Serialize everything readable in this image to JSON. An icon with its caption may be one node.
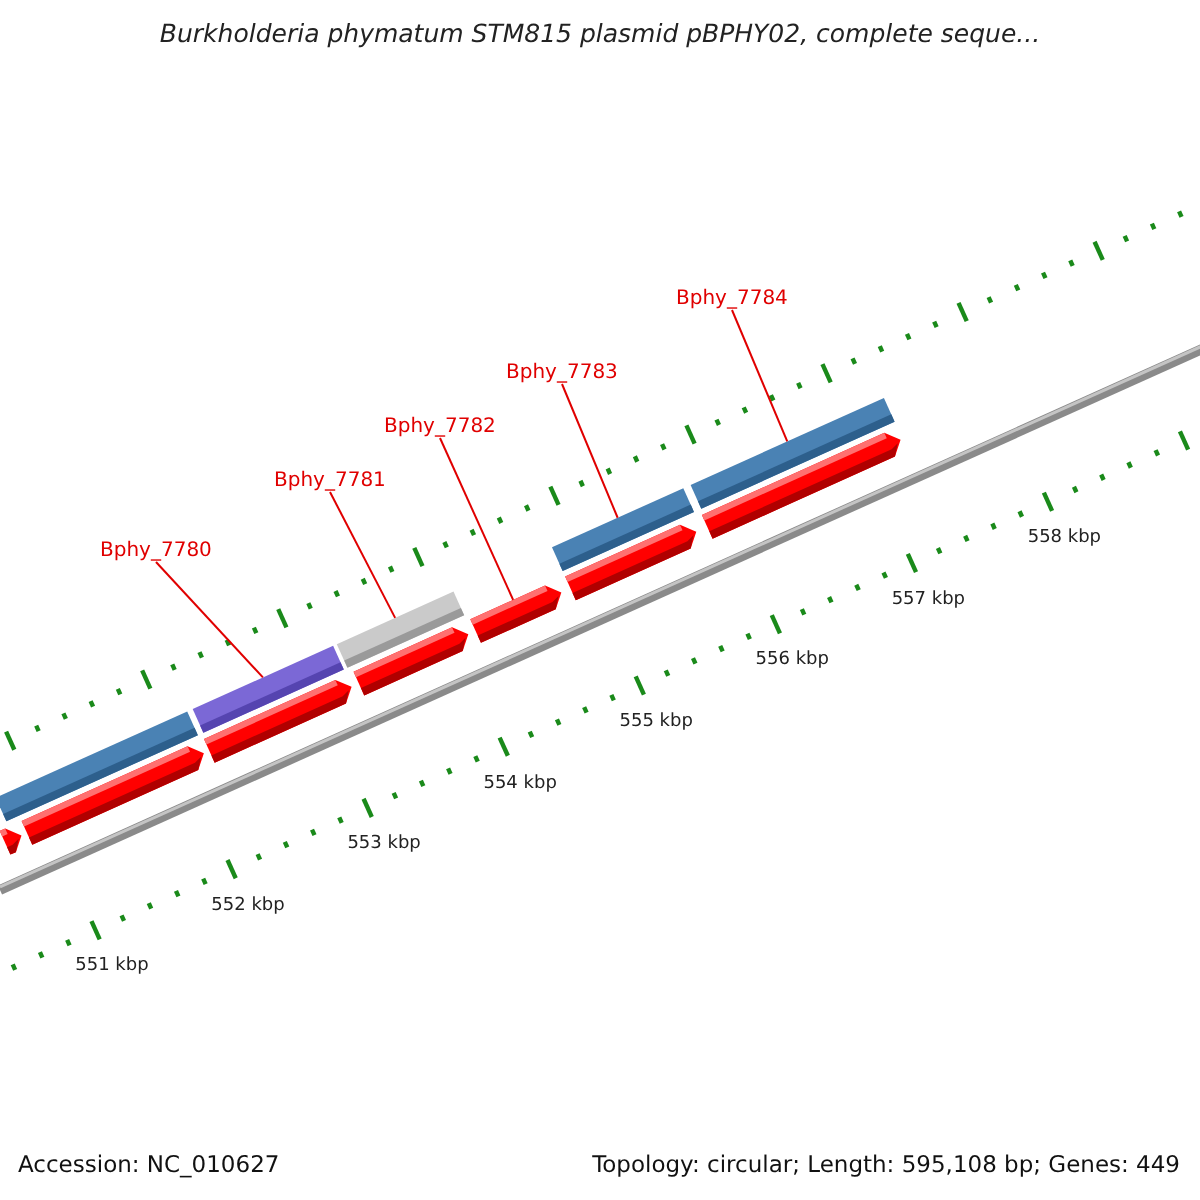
{
  "diagram": {
    "title": "Burkholderia phymatum STM815 plasmid pBPHY02, complete seque...",
    "nodes": [
      {
        "text": [
          "Bphy_7784"
        ]
      },
      {
        "text": [
          "Bphy_7783"
        ]
      },
      {
        "text": [
          "Bphy_7782"
        ]
      },
      {
        "text": [
          "Bphy_7781"
        ]
      },
      {
        "text": [
          "Bphy_7780"
        ]
      },
      {
        "text": [],
        "shape": "bar"
      },
      {
        "text": [],
        "shape": "bar"
      },
      {
        "text": [],
        "shape": "bar"
      },
      {
        "text": [],
        "shape": "bar"
      },
      {
        "text": [],
        "shape": "bar"
      },
      {
        "text": [],
        "shape": "bar"
      },
      {
        "text": [],
        "shape": "bar"
      },
      {
        "text": [],
        "shape": "bar"
      },
      {
        "text": [],
        "shape": "bar"
      },
      {
        "text": [],
        "shape": "bar"
      },
      {
        "text": [],
        "shape": "bar"
      },
      {
        "text": [],
        "shape": "bar"
      }
    ],
    "edges": [
      {
        "from": 4,
        "to": 5,
        "arrow": "none"
      },
      {
        "from": 3,
        "to": 6,
        "arrow": "none"
      },
      {
        "from": 2,
        "to": 7,
        "arrow": "none"
      },
      {
        "from": 1,
        "to": 8,
        "arrow": "none"
      },
      {
        "from": 0,
        "to": 9,
        "arrow": "none"
      }
    ],
    "labels": [
      "558 kbp",
      "557 kbp",
      "556 kbp",
      "555 kbp",
      "554 kbp",
      "553 kbp",
      "552 kbp",
      "551 kbp",
      "Accession: NC_010627",
      "Topology: circular; Length: 595,108 bp; Genes: 449"
    ]
  }
}
